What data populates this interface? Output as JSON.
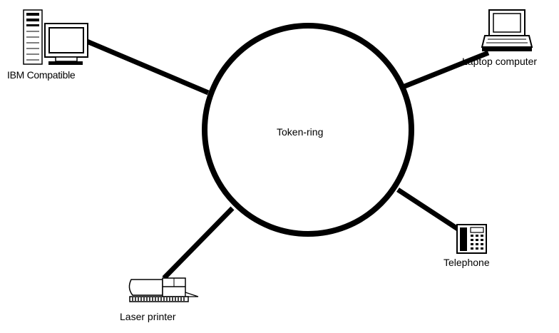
{
  "diagram": {
    "title": "Token-ring",
    "nodes": [
      {
        "id": "ibm",
        "label": "IBM Compatible",
        "icon": "desktop-computer-icon"
      },
      {
        "id": "laptop",
        "label": "Laptop computer",
        "icon": "laptop-icon"
      },
      {
        "id": "phone",
        "label": "Telephone",
        "icon": "telephone-icon"
      },
      {
        "id": "printer",
        "label": "Laser printer",
        "icon": "laser-printer-icon"
      }
    ],
    "colors": {
      "line": "#000000",
      "background": "#ffffff"
    }
  }
}
